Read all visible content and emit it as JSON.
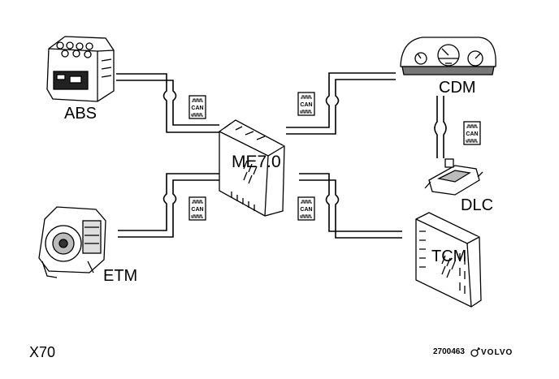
{
  "diagram": {
    "central_module": "ME7.0",
    "modules": {
      "abs": "ABS",
      "etm": "ETM",
      "cdm": "CDM",
      "dlc": "DLC",
      "tcm": "TCM"
    },
    "bus_label": "CAN",
    "figure_id": "X70",
    "image_code": "2700463",
    "brand": "VOLVO"
  }
}
